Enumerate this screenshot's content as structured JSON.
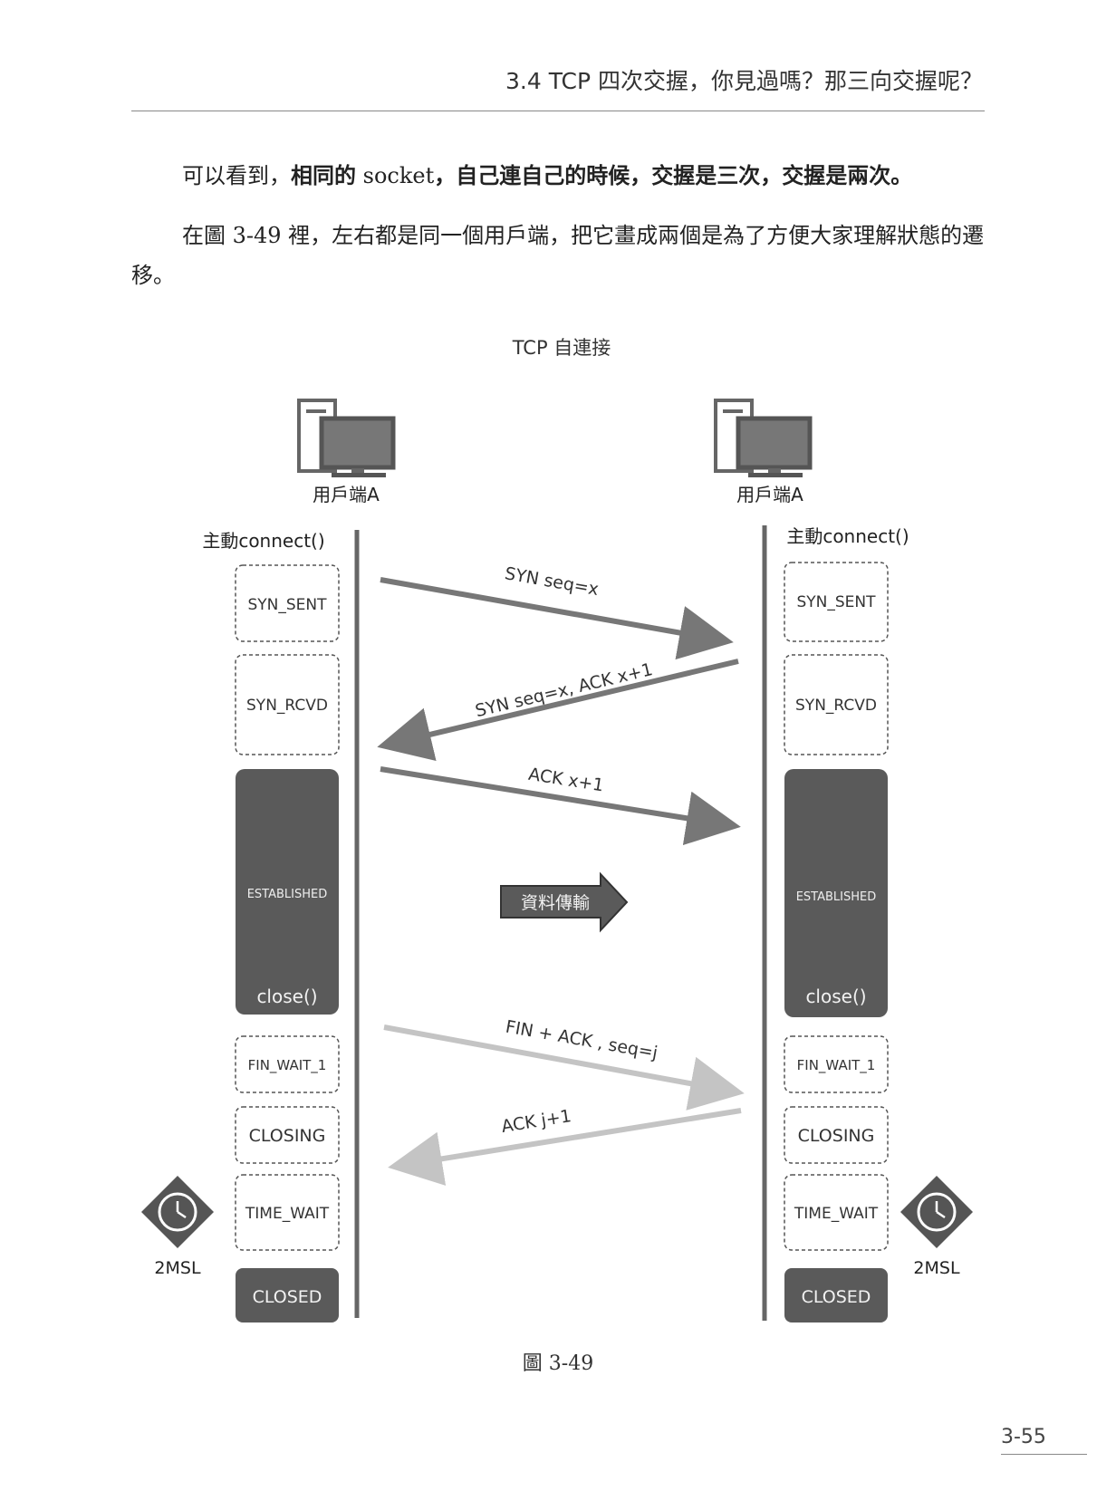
{
  "header": {
    "title": "3.4 TCP 四次交握，你見過嗎？那三向交握呢？"
  },
  "body": {
    "para1_lead": "可以看到，",
    "para1_emph1": "相同的",
    "para1_word": " socket",
    "para1_emph2": "，自己連自己的時候，交握是三次，交握是兩次。",
    "para2": "在圖 3-49 裡，左右都是同一個用戶端，把它畫成兩個是為了方便大家理解狀態的遷移。"
  },
  "figure": {
    "title": "TCP 自連接",
    "caption": "圖 3-49",
    "left_client": "用戶端A",
    "right_client": "用戶端A",
    "left_action": "主動connect()",
    "right_action": "主動connect()",
    "left_states": {
      "syn_sent": "SYN_SENT",
      "syn_rcvd": "SYN_RCVD",
      "established": "ESTABLISHED",
      "close": "close()",
      "fin_wait_1": "FIN_WAIT_1",
      "closing": "CLOSING",
      "time_wait": "TIME_WAIT",
      "closed": "CLOSED"
    },
    "right_states": {
      "syn_sent": "SYN_SENT",
      "syn_rcvd": "SYN_RCVD",
      "established": "ESTABLISHED",
      "close": "close()",
      "fin_wait_1": "FIN_WAIT_1",
      "closing": "CLOSING",
      "time_wait": "TIME_WAIT",
      "closed": "CLOSED"
    },
    "messages": {
      "syn": "SYN  seq=x",
      "syn_ack": "SYN seq=x, ACK x+1",
      "ack": "ACK  x+1",
      "data_transfer": "資料傳輸",
      "fin_ack": "FIN + ACK , seq=j",
      "ack_j": "ACK j+1"
    },
    "timer_label_left": "2MSL",
    "timer_label_right": "2MSL",
    "icons": {
      "client": "computer-icon",
      "timer": "clock-icon"
    },
    "colors": {
      "dark_box": "#5a5a5a",
      "dark_arrow": "#777777",
      "light_arrow": "#c4c4c4",
      "timeline": "#666666"
    }
  },
  "footer": {
    "page_number": "3-55"
  }
}
